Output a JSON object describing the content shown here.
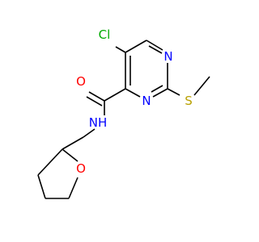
{
  "molecule": {
    "atoms": {
      "chlorine": {
        "label": "Cl",
        "color": "#00aa00"
      },
      "ring_n_top": {
        "label": "N",
        "color": "#0000ff"
      },
      "ring_n_bottom": {
        "label": "N",
        "color": "#0000ff"
      },
      "sulfur": {
        "label": "S",
        "color": "#b8a000"
      },
      "carbonyl_o": {
        "label": "O",
        "color": "#ff0000"
      },
      "amide_nh": {
        "label": "NH",
        "color": "#0000ff"
      },
      "ring_o": {
        "label": "O",
        "color": "#ff0000"
      }
    },
    "bond_color": "#000000"
  }
}
